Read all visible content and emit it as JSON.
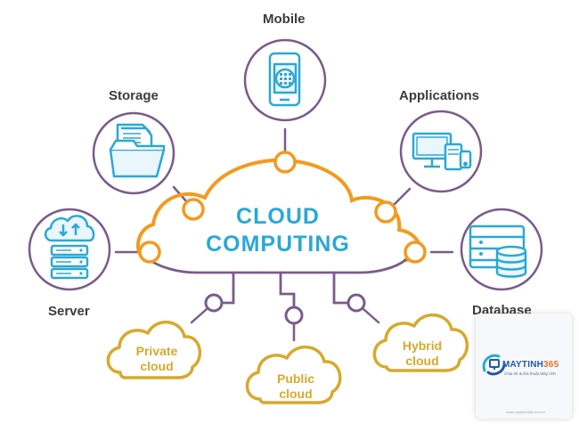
{
  "center": {
    "line1": "CLOUD",
    "line2": "COMPUTING"
  },
  "nodes": {
    "mobile": "Mobile",
    "storage": "Storage",
    "applications": "Applications",
    "server": "Server",
    "database": "Database"
  },
  "clouds": {
    "private": {
      "line1": "Private",
      "line2": "cloud"
    },
    "public": {
      "line1": "Public",
      "line2": "cloud"
    },
    "hybrid": {
      "line1": "Hybrid",
      "line2": "cloud"
    }
  },
  "watermark": {
    "brand_text": "MAYTINH",
    "brand_number": "365",
    "tagline": "Chia sẻ & thủ thuật Máy tính",
    "url": "www.maytinh365.com.vn"
  },
  "colors": {
    "purple": "#7a5b8a",
    "orange": "#f39a1e",
    "blue": "#2aa8d6",
    "gold": "#d7a92c",
    "text": "#3c3c3c"
  }
}
